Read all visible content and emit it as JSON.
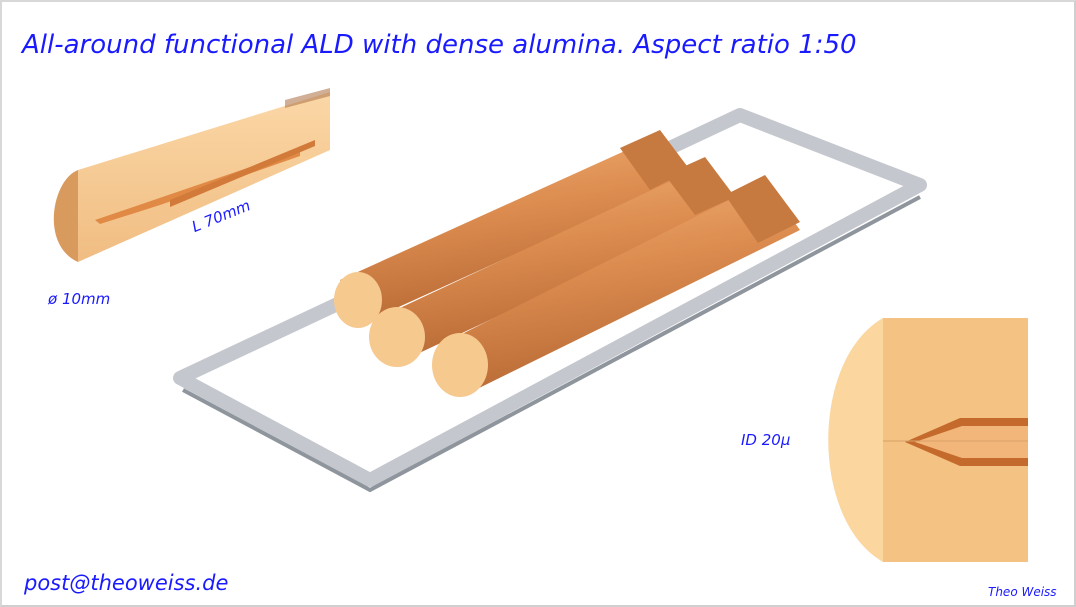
{
  "slide": {
    "title": "All-around functional ALD with dense alumina. Aspect ratio 1:50",
    "labels": {
      "length": "L 70mm",
      "diameter": "ø 10mm",
      "inner_diameter": "ID 20µ"
    },
    "contact_email": "post@theoweiss.de",
    "author": "Theo Weiss"
  },
  "colors": {
    "text": "#1a1aff",
    "copper": "#e9a063",
    "copper_light": "#f6c98f",
    "frame_metal": "#c8ccd2"
  }
}
